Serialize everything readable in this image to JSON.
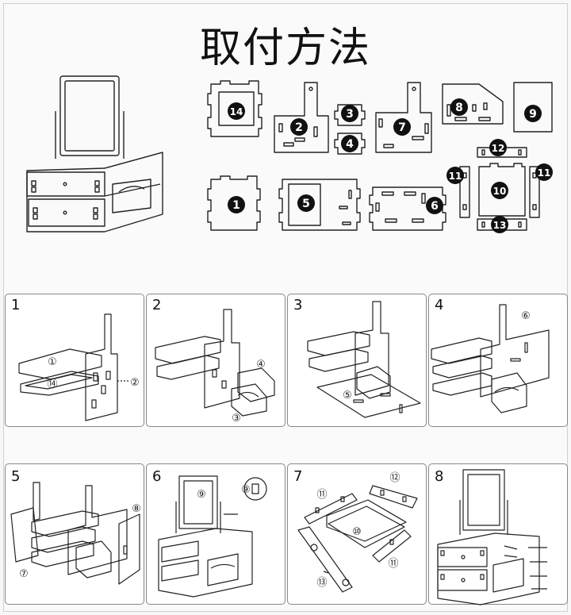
{
  "title": "取付方法",
  "parts": [
    {
      "label": "14",
      "name": "part-14"
    },
    {
      "label": "2",
      "name": "part-2"
    },
    {
      "label": "3",
      "name": "part-3"
    },
    {
      "label": "4",
      "name": "part-4"
    },
    {
      "label": "7",
      "name": "part-7"
    },
    {
      "label": "8",
      "name": "part-8"
    },
    {
      "label": "9",
      "name": "part-9"
    },
    {
      "label": "12",
      "name": "part-12"
    },
    {
      "label": "11",
      "name": "part-11-left"
    },
    {
      "label": "10",
      "name": "part-10"
    },
    {
      "label": "11",
      "name": "part-11-right"
    },
    {
      "label": "13",
      "name": "part-13"
    },
    {
      "label": "1",
      "name": "part-1"
    },
    {
      "label": "5",
      "name": "part-5"
    },
    {
      "label": "6",
      "name": "part-6"
    }
  ],
  "steps": [
    {
      "number": "1",
      "callouts": [
        "①",
        "⑭",
        "②"
      ]
    },
    {
      "number": "2",
      "callouts": [
        "④",
        "③"
      ]
    },
    {
      "number": "3",
      "callouts": [
        "⑤"
      ]
    },
    {
      "number": "4",
      "callouts": [
        "⑥"
      ]
    },
    {
      "number": "5",
      "callouts": [
        "⑧",
        "⑦"
      ]
    },
    {
      "number": "6",
      "callouts": [
        "⑨",
        "⑨"
      ]
    },
    {
      "number": "7",
      "callouts": [
        "⑪",
        "⑫",
        "⑩",
        "⑪",
        "⑬"
      ]
    },
    {
      "number": "8",
      "callouts": []
    }
  ]
}
